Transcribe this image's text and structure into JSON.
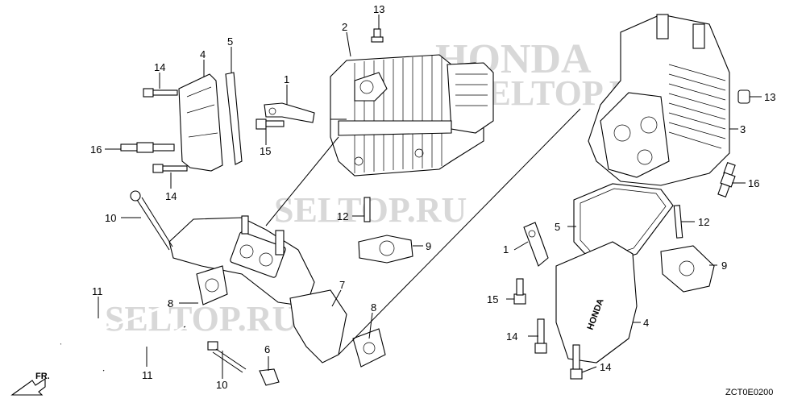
{
  "watermarks": [
    "SELTOP.RU",
    "SELTOP.RU",
    "SELTOP.RU"
  ],
  "brand_watermark": "HONDA",
  "direction_label": "FR.",
  "drawing_code": "ZCT0E0200",
  "callouts": [
    {
      "id": "c13a",
      "text": "13"
    },
    {
      "id": "c2",
      "text": "2"
    },
    {
      "id": "c5a",
      "text": "5"
    },
    {
      "id": "c4a",
      "text": "4"
    },
    {
      "id": "c14a",
      "text": "14"
    },
    {
      "id": "c1a",
      "text": "1"
    },
    {
      "id": "c16a",
      "text": "16"
    },
    {
      "id": "c15a",
      "text": "15"
    },
    {
      "id": "c14b",
      "text": "14"
    },
    {
      "id": "c10a",
      "text": "10"
    },
    {
      "id": "c12a",
      "text": "12"
    },
    {
      "id": "c9a",
      "text": "9"
    },
    {
      "id": "c8a",
      "text": "8"
    },
    {
      "id": "c7",
      "text": "7"
    },
    {
      "id": "c8b",
      "text": "8"
    },
    {
      "id": "c11a",
      "text": "11"
    },
    {
      "id": "c11b",
      "text": "11"
    },
    {
      "id": "c10b",
      "text": "10"
    },
    {
      "id": "c6",
      "text": "6"
    },
    {
      "id": "c13b",
      "text": "13"
    },
    {
      "id": "c3",
      "text": "3"
    },
    {
      "id": "c16b",
      "text": "16"
    },
    {
      "id": "c5b",
      "text": "5"
    },
    {
      "id": "c12b",
      "text": "12"
    },
    {
      "id": "c1b",
      "text": "1"
    },
    {
      "id": "c9b",
      "text": "9"
    },
    {
      "id": "c15b",
      "text": "15"
    },
    {
      "id": "c14c",
      "text": "14"
    },
    {
      "id": "c4b",
      "text": "4"
    },
    {
      "id": "c14d",
      "text": "14"
    }
  ]
}
